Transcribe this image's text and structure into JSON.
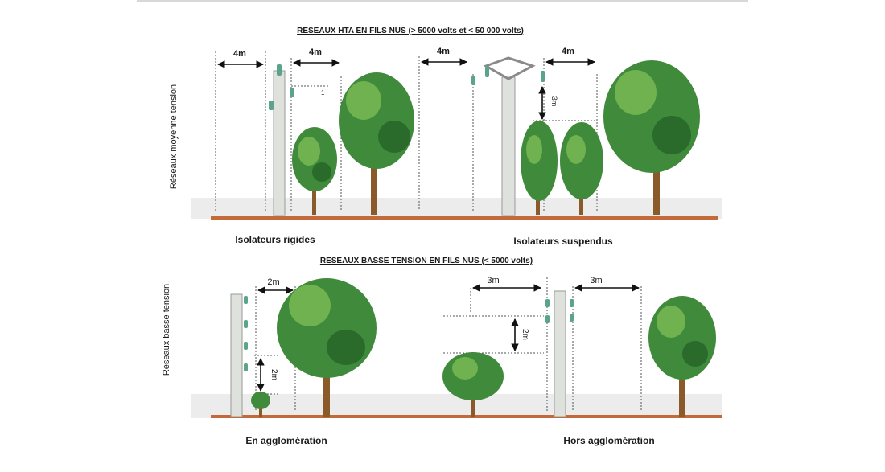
{
  "top": {
    "title": "RESEAUX HTA EN FILS NUS (> 5000 volts et < 50 000 volts)",
    "side_label": "Réseaux moyenne tension",
    "left_caption": "Isolateurs rigides",
    "right_caption": "Isolateurs suspendus",
    "dim_left_1": "4m",
    "dim_left_2": "4m",
    "dim_right_1": "4m",
    "dim_right_2": "4m",
    "dim_vertical": "3m",
    "dim_small": "1"
  },
  "bottom": {
    "title": "RESEAUX BASSE TENSION EN FILS NUS (< 5000 volts)",
    "side_label": "Réseaux basse tension",
    "left_caption": "En agglomération",
    "right_caption": "Hors agglomération",
    "dim_left_h": "2m",
    "dim_left_v": "2m",
    "dim_right_1": "3m",
    "dim_right_2": "3m",
    "dim_right_v": "2m"
  },
  "colors": {
    "ground_line": "#c46a3a",
    "ground_band": "#ececec",
    "foliage": "#3f8a3b",
    "foliage_light": "#6fb24f",
    "foliage_dark": "#2a6a2b",
    "trunk": "#8a5a2b",
    "pole": "#dfe1dc",
    "insulator": "#5aa58a"
  }
}
